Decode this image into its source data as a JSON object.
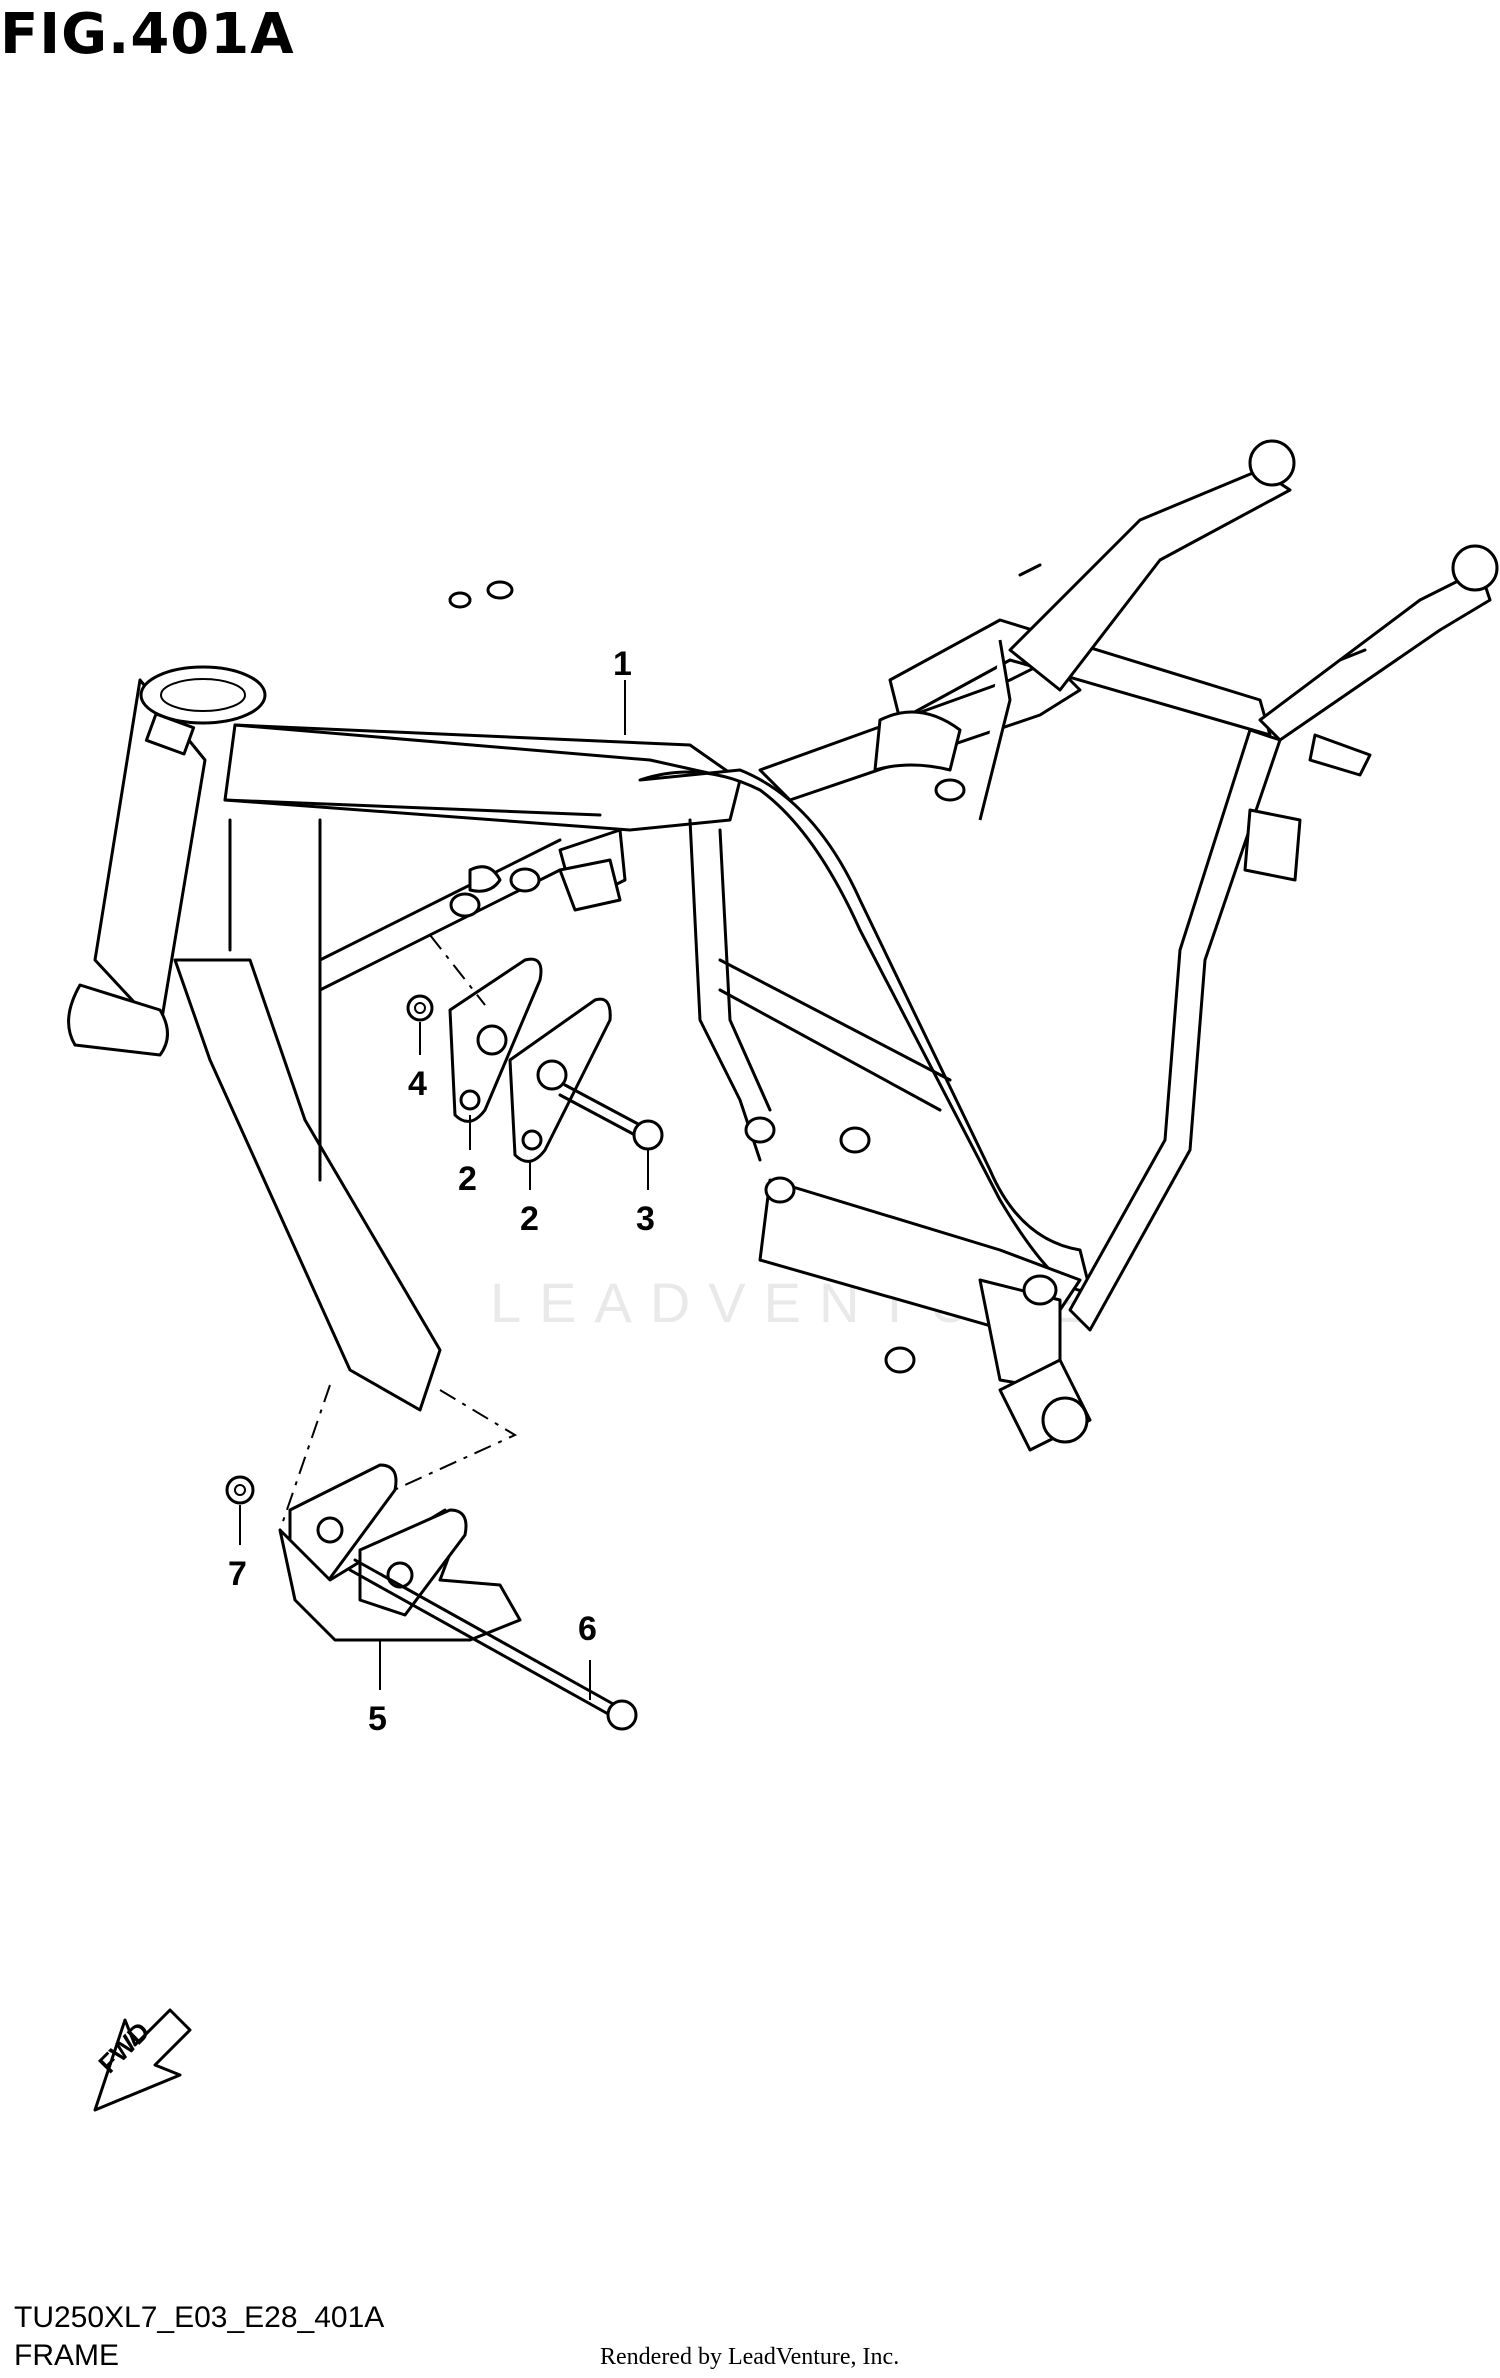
{
  "figure_title": "FIG.401A",
  "diagram_code": "TU250XL7_E03_E28_401A",
  "part_group": "FRAME",
  "credit": "Rendered by LeadVenture, Inc.",
  "watermark": "LEADVENTURE",
  "fwd_label": "FWD",
  "callouts": {
    "c1": "1",
    "c2a": "2",
    "c2b": "2",
    "c3": "3",
    "c4": "4",
    "c5": "5",
    "c6": "6",
    "c7": "7"
  }
}
